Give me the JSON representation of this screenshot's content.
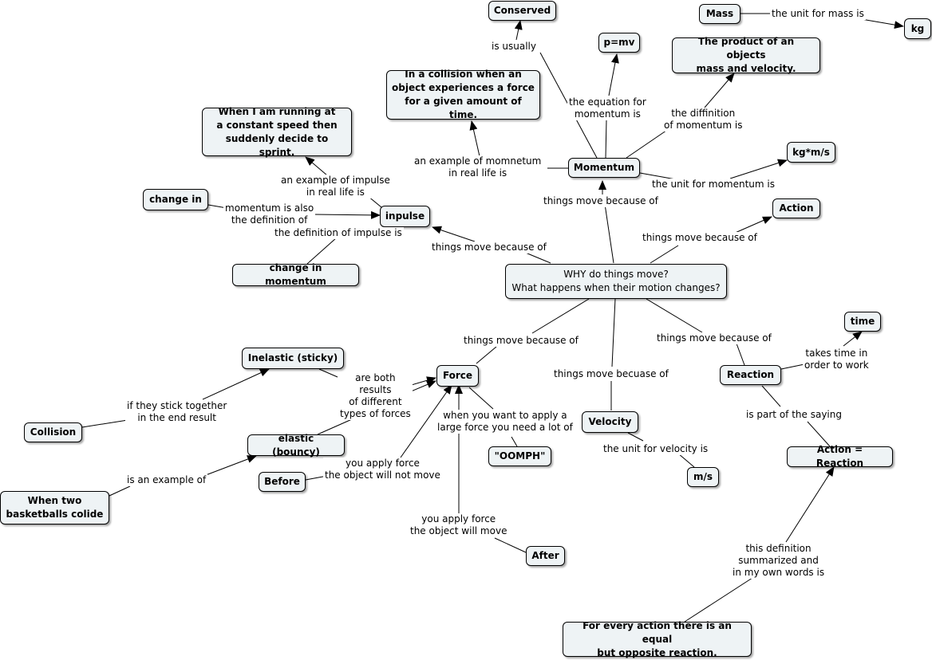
{
  "nodes": {
    "conserved": "Conserved",
    "mass": "Mass",
    "kg": "kg",
    "pmv": "p=mv",
    "product": "The product of an objects\nmass and velocity.",
    "collision_example": "In a collision when an\nobject experiences a force\nfor a given amount of time.",
    "running": "When I am running at\na constant speed then\nsuddenly decide to sprint.",
    "momentum": "Momentum",
    "kgms": "kg*m/s",
    "change_in": "change in",
    "inpulse": "inpulse",
    "action": "Action",
    "change_momentum": "change in momentum",
    "why": "WHY do things move?\nWhat happens when their motion changes?",
    "time": "time",
    "inelastic": "Inelastic (sticky)",
    "force": "Force",
    "reaction": "Reaction",
    "collision": "Collision",
    "velocity": "Velocity",
    "elastic": "elastic (bouncy)",
    "oomph": "\"OOMPH\"",
    "action_reaction": "Action = Reaction",
    "before": "Before",
    "ms": "m/s",
    "basketballs": "When two\nbasketballs colide",
    "after": "After",
    "every_action": "For every action there is an equal\nbut opposite reaction."
  },
  "labels": {
    "is_usually": "is usually",
    "unit_mass": "the unit for mass is",
    "equation_for": "the equation for\nmomentum is",
    "diffinition": "the diffinition\nof momentum is",
    "example_real_life": "an example of momnetum\nin real life is",
    "unit_momentum": "the unit for momentum is",
    "example_impulse": "an example of impulse\nin real life is",
    "momentum_also": "momentum is also\nthe definition of",
    "def_impulse": "the definition of impulse is",
    "things_move_momentum": "things move because of",
    "things_move_action": "things move because of",
    "things_move_inpulse": "things move because of",
    "things_move_force": "things move because of",
    "things_move_velocity": "things move becuase of",
    "things_move_reaction": "things move because of",
    "takes_time": "takes time in\norder to work",
    "are_both": "are both\nresults\nof different\ntypes of forces",
    "stick_together": "if they stick together\nin the end result",
    "apply_large": "when you want to apply a\nlarge force you need a lot of",
    "part_saying": "is part of the saying",
    "unit_velocity": "the unit for velocity is",
    "example_of": "is an example of",
    "not_move": "you apply force\nthe object will not move",
    "will_move": "you apply force\nthe object will move",
    "summarized": "this definition\nsummarized and\nin my own words is"
  }
}
